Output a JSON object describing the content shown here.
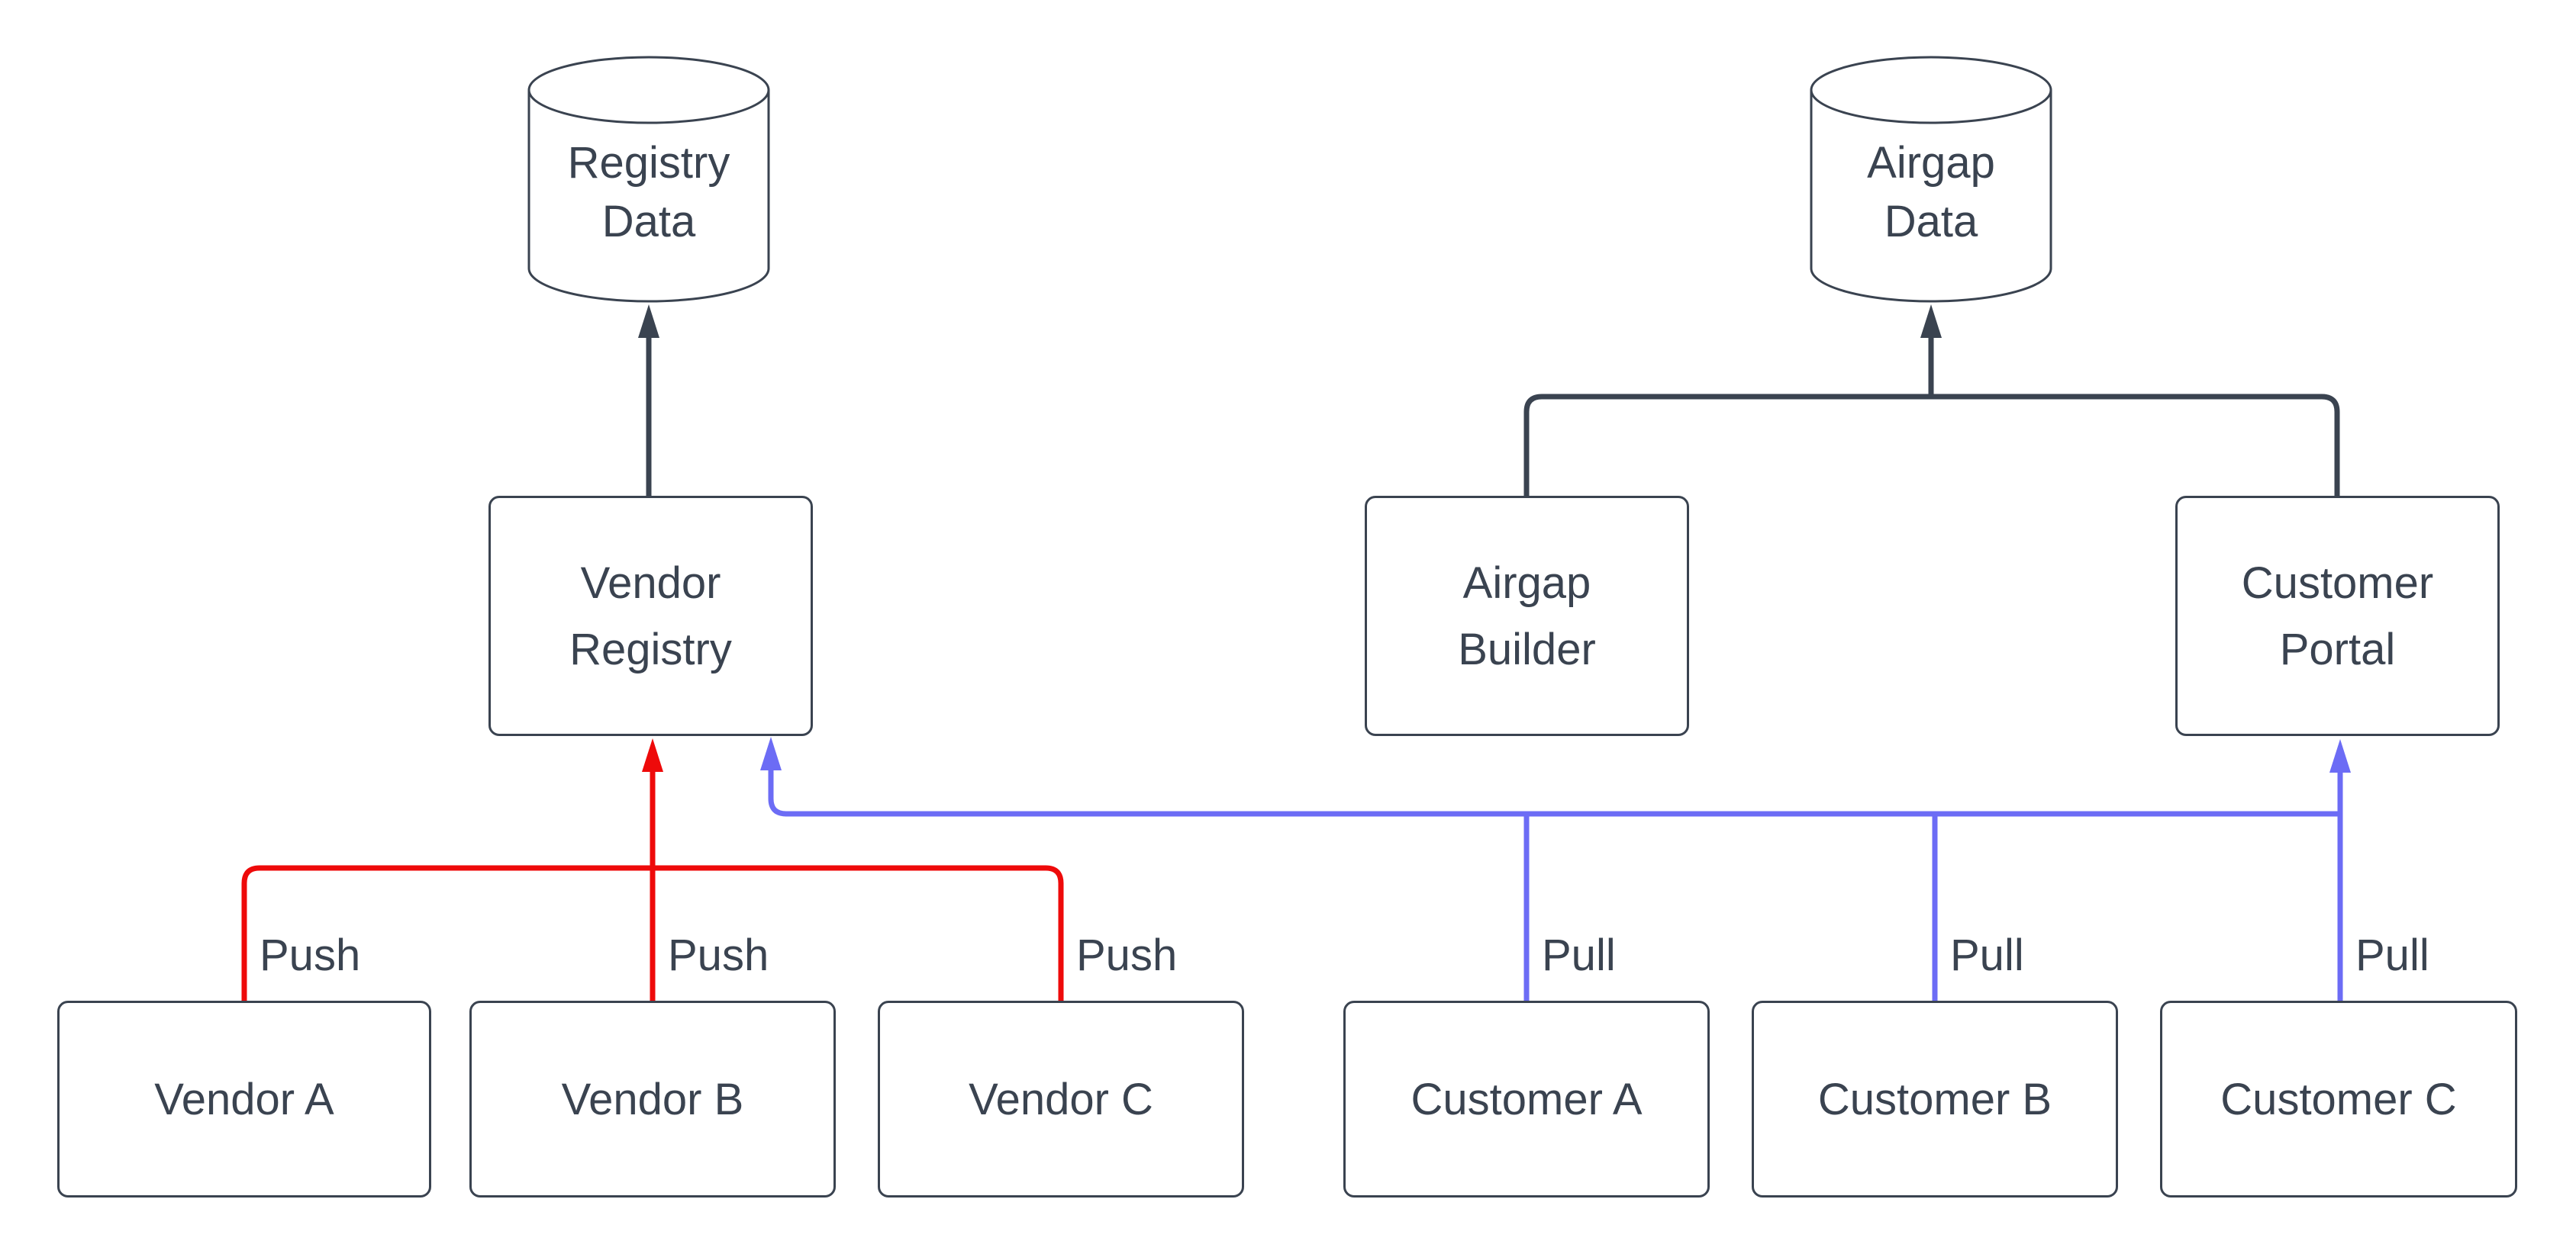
{
  "colors": {
    "stroke": "#3a4350",
    "text": "#3a4350",
    "push": "#ee0a0a",
    "pull": "#6c6cf5",
    "fill": "#ffffff",
    "background": "#ffffff"
  },
  "nodes": {
    "registry_data": {
      "shape": "cylinder",
      "label": "Registry Data",
      "line1": "Registry",
      "line2": "Data"
    },
    "airgap_data": {
      "shape": "cylinder",
      "label": "Airgap Data",
      "line1": "Airgap",
      "line2": "Data"
    },
    "vendor_registry": {
      "shape": "box",
      "label": "Vendor Registry",
      "line1": "Vendor",
      "line2": "Registry"
    },
    "airgap_builder": {
      "shape": "box",
      "label": "Airgap Builder",
      "line1": "Airgap",
      "line2": "Builder"
    },
    "customer_portal": {
      "shape": "box",
      "label": "Customer Portal",
      "line1": "Customer",
      "line2": "Portal"
    },
    "vendor_a": {
      "shape": "box",
      "label": "Vendor A",
      "line1": "Vendor A"
    },
    "vendor_b": {
      "shape": "box",
      "label": "Vendor B",
      "line1": "Vendor B"
    },
    "vendor_c": {
      "shape": "box",
      "label": "Vendor C",
      "line1": "Vendor C"
    },
    "customer_a": {
      "shape": "box",
      "label": "Customer A",
      "line1": "Customer A"
    },
    "customer_b": {
      "shape": "box",
      "label": "Customer B",
      "line1": "Customer B"
    },
    "customer_c": {
      "shape": "box",
      "label": "Customer C",
      "line1": "Customer C"
    }
  },
  "edge_labels": {
    "push": [
      "Push",
      "Push",
      "Push"
    ],
    "pull": [
      "Pull",
      "Pull",
      "Pull"
    ]
  },
  "edges": [
    {
      "from": "Vendor Registry",
      "to": "Registry Data",
      "color": "dark"
    },
    {
      "from": "Airgap Builder",
      "to": "Airgap Data",
      "color": "dark"
    },
    {
      "from": "Customer Portal",
      "to": "Airgap Data",
      "color": "dark"
    },
    {
      "from": "Vendor A",
      "to": "Vendor Registry",
      "label": "Push",
      "color": "red"
    },
    {
      "from": "Vendor B",
      "to": "Vendor Registry",
      "label": "Push",
      "color": "red"
    },
    {
      "from": "Vendor C",
      "to": "Vendor Registry",
      "label": "Push",
      "color": "red"
    },
    {
      "from": "Customer A",
      "to": "Vendor Registry and Customer Portal",
      "label": "Pull",
      "color": "blue"
    },
    {
      "from": "Customer B",
      "to": "Vendor Registry and Customer Portal",
      "label": "Pull",
      "color": "blue"
    },
    {
      "from": "Customer C",
      "to": "Vendor Registry and Customer Portal",
      "label": "Pull",
      "color": "blue"
    }
  ]
}
